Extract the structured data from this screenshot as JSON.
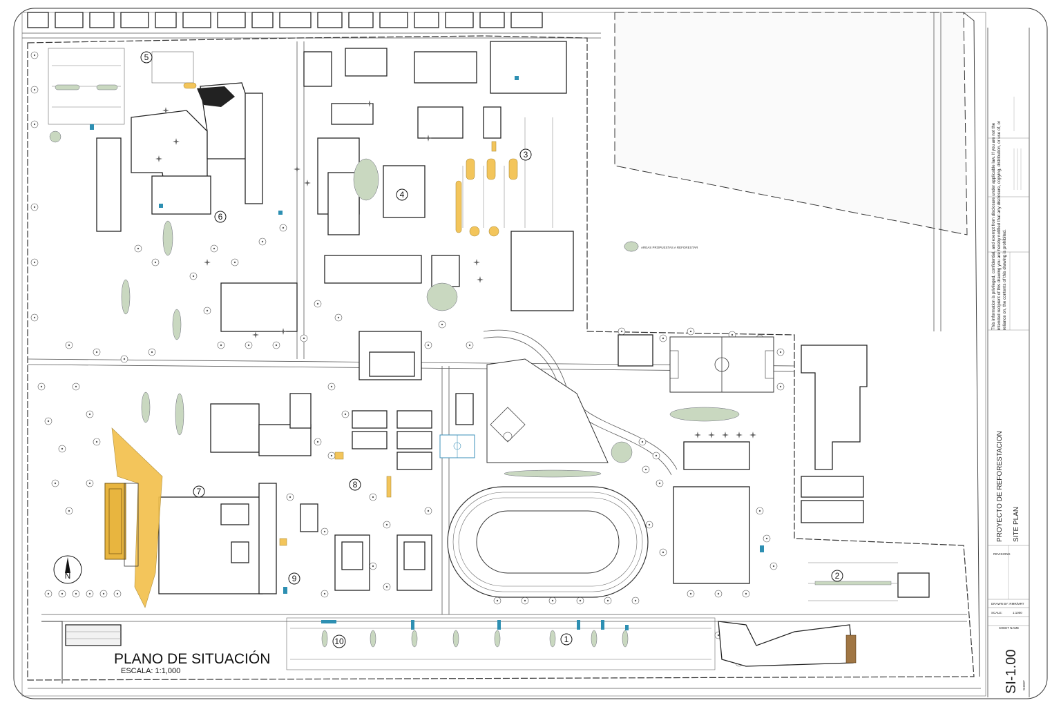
{
  "plan": {
    "title": "PLANO DE SITUACIÓN",
    "scale": "ESCALA: 1:1,000",
    "reforest_label": "AREAS PROPUESTAS A REFORESTAR",
    "zone_numbers": [
      "1",
      "2",
      "3",
      "4",
      "5",
      "6",
      "7",
      "8",
      "9",
      "10"
    ]
  },
  "title_block": {
    "disclaimer": "This information is privileged, confidential, and exempt from disclosure under applicable law. If you are not the intended recipient of this drawing you are hereby notified that any disclosure, copying, distribution, or use of, or reliance on, the contents of this drawing is prohibited.",
    "project_name": "PROYECTO DE REFORESTACION",
    "sheet_name": "SITE PLAN",
    "revisions_label": "REVISIONS",
    "drawn_by": "DRAWN BY: RMR/MRT",
    "scale": "SCALE:",
    "scale_value": "1:1000",
    "sheet_name_label": "SHEET NAME",
    "sheet_number": "SI-1.00",
    "sheet_label": "SHEET"
  },
  "colors": {
    "highlight": "#f2c14e",
    "accent": "#2d8fb2",
    "linework": "#222222"
  }
}
